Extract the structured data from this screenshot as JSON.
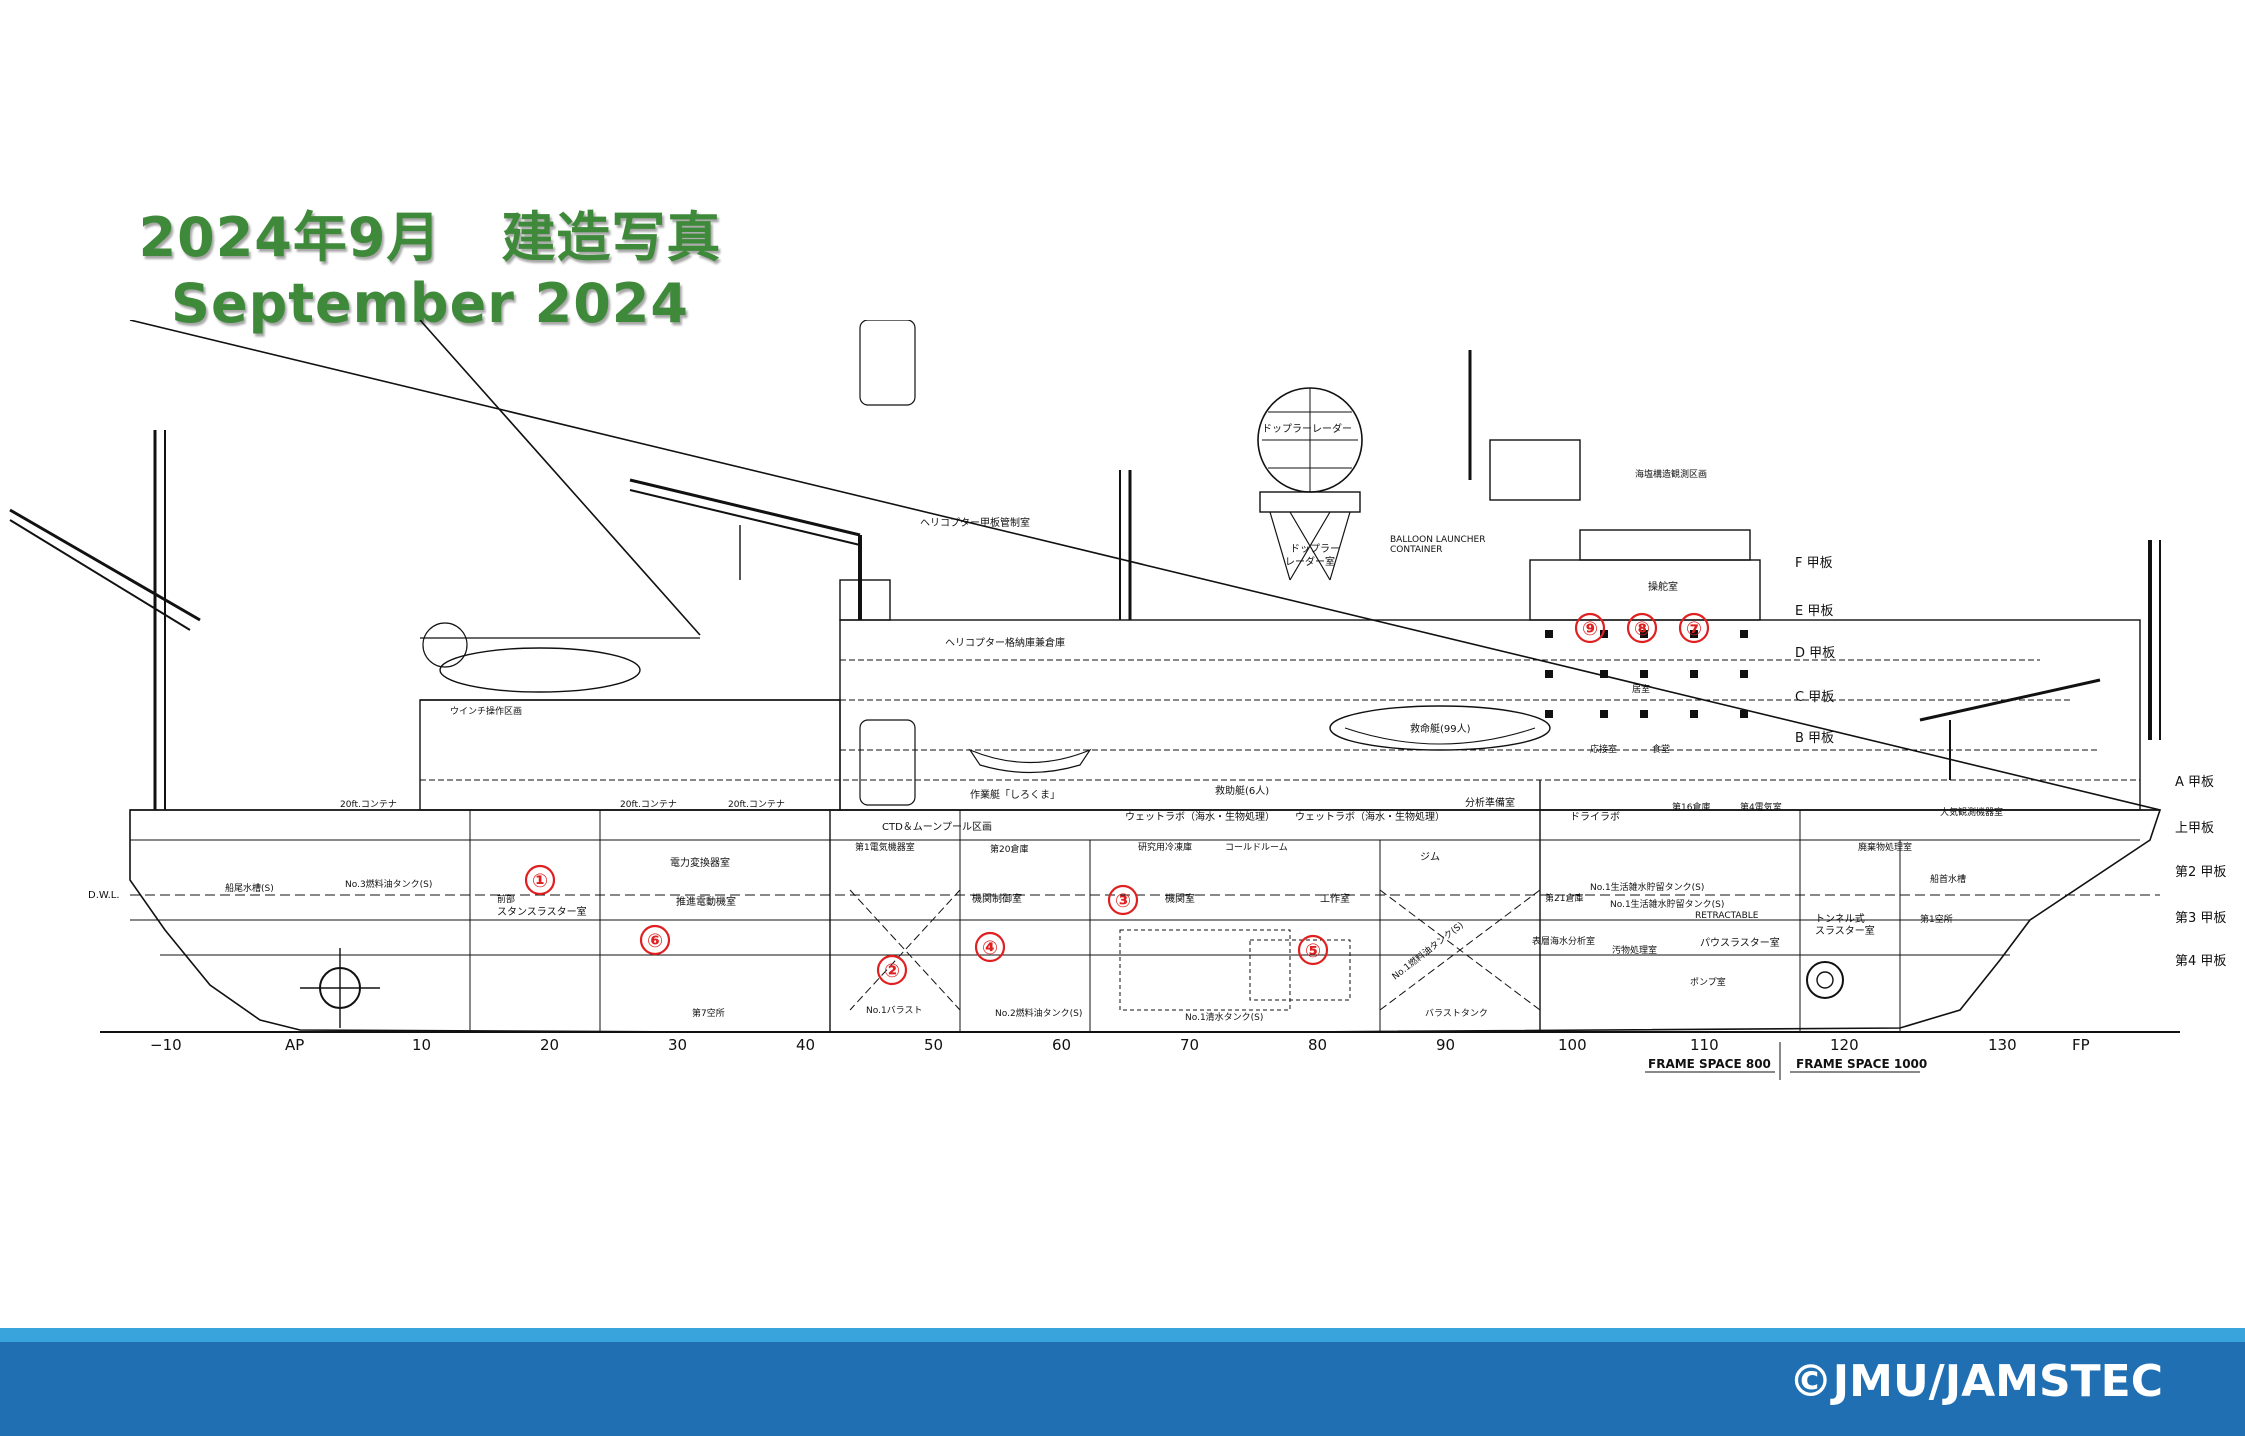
{
  "title": {
    "jp": "2024年9月　建造写真",
    "jp_date": "2024年9月",
    "jp_label": "建造写真",
    "en": "September 2024"
  },
  "copyright": "©JMU/JAMSTEC",
  "colors": {
    "title_green": "#3f8a3a",
    "footer_blue": "#1f6fb2",
    "footer_accent": "#39a3dc",
    "marker_red": "#e02020"
  },
  "deck_labels": [
    "F 甲板",
    "E 甲板",
    "D 甲板",
    "C 甲板",
    "B 甲板",
    "A 甲板",
    "上甲板",
    "第2 甲板",
    "第3 甲板",
    "第4 甲板"
  ],
  "frame_labels": [
    "−10",
    "AP",
    "10",
    "20",
    "30",
    "40",
    "50",
    "60",
    "70",
    "80",
    "90",
    "100",
    "110",
    "120",
    "130",
    "FP"
  ],
  "frame_space": [
    "FRAME SPACE 800",
    "FRAME SPACE 1000"
  ],
  "markers": [
    "①",
    "②",
    "③",
    "④",
    "⑤",
    "⑥",
    "⑦",
    "⑧",
    "⑨"
  ],
  "labels": {
    "doppler_radar": "ドップラーレーダー",
    "doppler_room": "ドップラー",
    "doppler_room2": "レーダー室",
    "balloon": "BALLOON LAUNCHER",
    "container": "CONTAINER",
    "heli_control": "ヘリコプター甲板管制室",
    "heli_hangar": "ヘリコプター格納庫兼倉庫",
    "bridge": "操舵室",
    "sea_ice": "海塩構造観測区画",
    "dwl": "D.W.L.",
    "ctd_moonpool": "CTD＆ムーンプール区画",
    "lifeboat_99": "救命艇(99人)",
    "rescue_boat": "救助艇(6人)",
    "work_boat": "作業艇「しろくま」",
    "wet_lab1": "ウェットラボ（海水・生物処理）",
    "wet_lab2": "ウェットラボ（海水・生物処理）",
    "analysis": "分析準備室",
    "dry_lab": "ドライラボ",
    "engine_room": "機関室",
    "engine_control": "機関制御室",
    "workshop": "工作室",
    "gym": "ジム",
    "stern_thruster": "スタンスラスター室",
    "stern_thruster_pre": "前部",
    "motor_room": "推進電動機室",
    "power_room": "電力変換器室",
    "tunnel": "トンネル式",
    "tunnel2": "スラスター室",
    "bow_thruster": "パウスラスター室",
    "retractable": "RETRACTABLE",
    "container20_1": "20ft.コンテナ",
    "container20_2": "20ft.コンテナ",
    "container20_3": "20ft.コンテナ",
    "cabin": "居室",
    "galley": "食堂",
    "mess": "応接室",
    "rope": "船尾水槽(S)",
    "no3_fuel": "No.3燃料油タンク(S)",
    "no1_fuel": "No.1燃料油タンク(S)",
    "no2_fuel": "No.2燃料油タンク(S)",
    "no1_ballast": "No.1バラスト",
    "no1_fresh": "No.1清水タンク(S)",
    "no1_living": "No.1生活雑水貯留タンク(S)",
    "no1_living2": "No.1生活雑水貯留タンク(S)",
    "bow_tank": "船首水槽",
    "ballast_tank": "バラストタンク",
    "first_void": "第1空所",
    "seventh_void": "第7空所",
    "cold_room": "コールドルーム",
    "research_store": "研究用冷凍庫",
    "sewage": "汚物処理室",
    "pump": "ポンプ室",
    "seawater": "表層海水分析室",
    "atmos": "大気観測機器室",
    "store_20": "第20倉庫",
    "store_21": "第21倉庫",
    "store_16": "第16倉庫",
    "elec4": "第4電気室",
    "elec1": "第1電気機器室",
    "bow_store": "廃棄物処理室",
    "winch": "ウインチ操作区画"
  }
}
